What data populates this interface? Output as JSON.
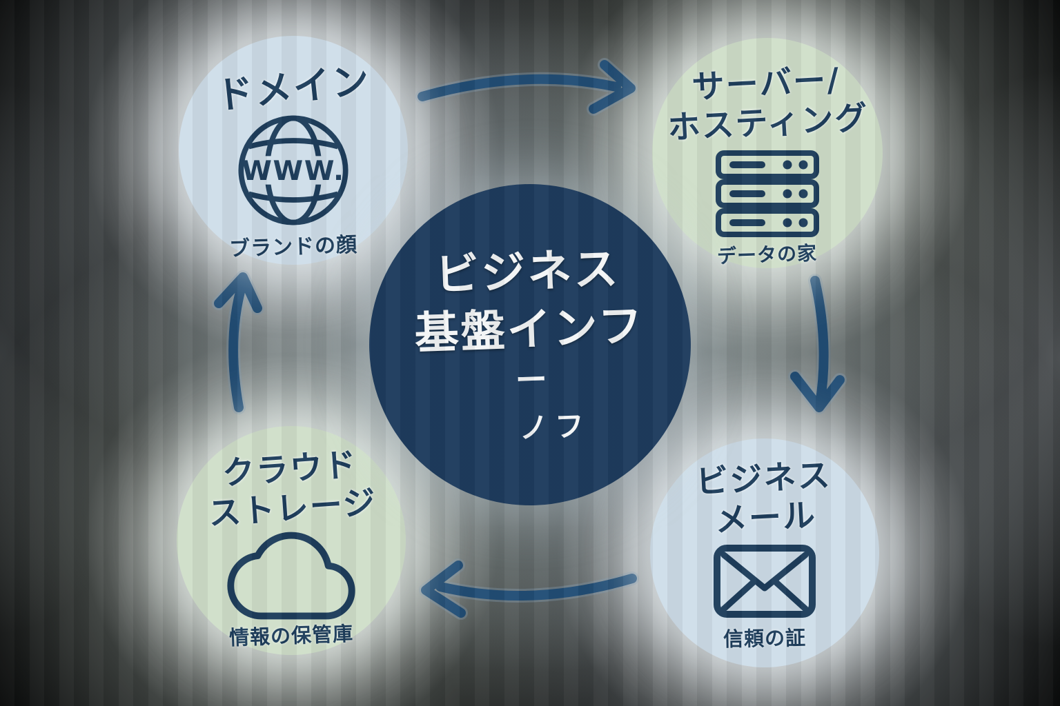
{
  "diagram": {
    "center": {
      "lines": [
        "ビジネス",
        "基盤インフ",
        "ー",
        "ノフ"
      ]
    },
    "nodes": [
      {
        "id": "domain",
        "title_lines": [
          "ドメイン"
        ],
        "icon": "globe-www-icon",
        "icon_label": "WWW.",
        "caption": "ブランドの顔"
      },
      {
        "id": "server-hosting",
        "title_lines": [
          "サーバー/",
          "ホスティング"
        ],
        "icon": "server-rack-icon",
        "caption": "データの家"
      },
      {
        "id": "business-email",
        "title_lines": [
          "ビジネス",
          "メール"
        ],
        "icon": "envelope-icon",
        "caption": "信頼の証"
      },
      {
        "id": "cloud-storage",
        "title_lines": [
          "クラウド",
          "ストレージ"
        ],
        "icon": "cloud-icon",
        "caption": "情報の保管庫"
      }
    ],
    "colors": {
      "center_circle": "#1e3c5e",
      "node_blue": "#cfdee9",
      "node_green": "#d0dfca",
      "text_navy": "#1e3e5c",
      "text_white": "#f3f5f6",
      "arrow": "#224e76",
      "background": "#070808"
    }
  }
}
